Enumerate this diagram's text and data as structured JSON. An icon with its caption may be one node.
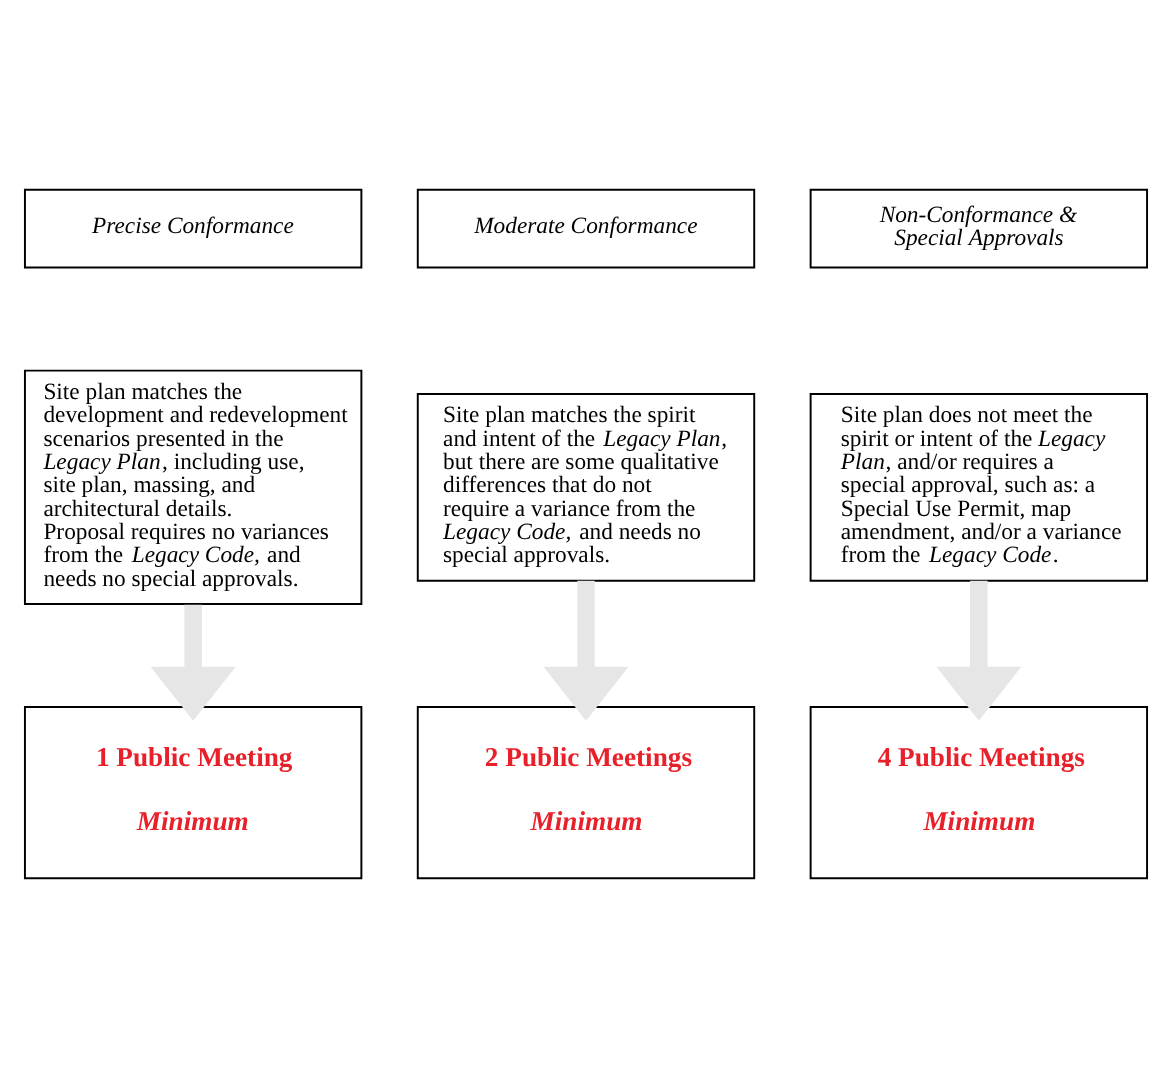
{
  "diagram": {
    "nodes": [
      {
        "text": [
          "Precise Conformance"
        ]
      },
      {
        "text": [
          "Moderate Conformance"
        ]
      },
      {
        "text": [
          "Non-Conformance & Special Approvals"
        ]
      },
      {
        "text": [
          "Site plan matches the development and redevelopment scenarios presented in the *Legacy Plan*, including use, site plan, massing, and architectural details. Proposal requires no variances from the *Legacy Code,* and needs no special approvals."
        ]
      },
      {
        "text": [
          "Site plan matches the spirit and intent of the *Legacy Plan*, but there are some qualitative differences that do not require a variance from the *Legacy Code,* and needs no special approvals."
        ]
      },
      {
        "text": [
          "Site plan does not meet the spirit or intent of the *Legacy Plan*, and/or requires a special approval, such as: a Special Use Permit, map amendment, and/or a variance from the *Legacy Code*."
        ]
      },
      {
        "text": [
          "1 Public Meeting",
          "Minimum"
        ]
      },
      {
        "text": [
          "2 Public Meetings",
          "Minimum"
        ]
      },
      {
        "text": [
          "4 Public Meetings",
          "Minimum"
        ]
      }
    ],
    "edges": [
      {
        "from": 3,
        "to": 6,
        "arrow": "to"
      },
      {
        "from": 4,
        "to": 7,
        "arrow": "to"
      },
      {
        "from": 5,
        "to": 8,
        "arrow": "to"
      }
    ]
  }
}
